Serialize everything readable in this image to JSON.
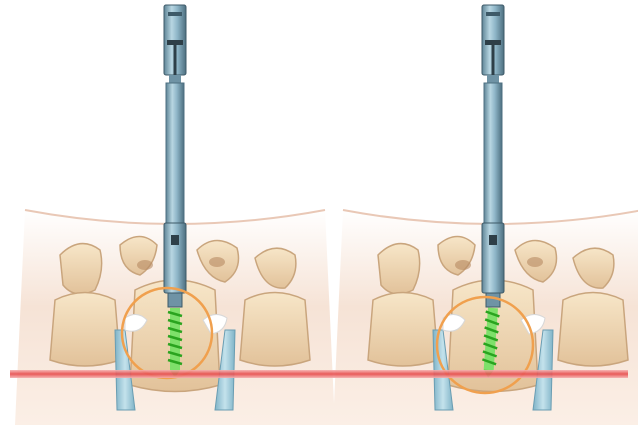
{
  "figure": {
    "panels": [
      {
        "id": "left",
        "screw_angle": "vertical"
      },
      {
        "id": "right",
        "screw_angle": "slightly tilted"
      }
    ],
    "colors": {
      "instrument": "#8fb6c8",
      "instrument_dark": "#3e5a68",
      "screw": "#4cd23c",
      "target_circle": "#f0a04e",
      "reference_line": "#e64b4b",
      "bone": "#efd7b4",
      "bone_shadow": "#c9a57d",
      "disc": "#9fc9d8",
      "tissue": "#f3dccd"
    },
    "icons": [
      "surgical-screwdriver-icon",
      "pedicle-screw-icon",
      "vertebra-icon"
    ]
  }
}
